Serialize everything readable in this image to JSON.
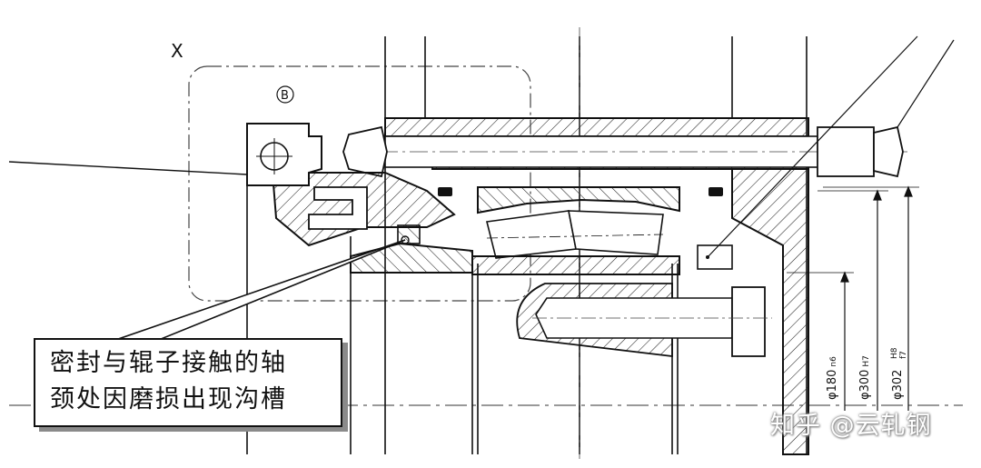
{
  "view_label": "X",
  "detail_marker": "B",
  "annotation": {
    "line1": "密封与辊子接触的轴",
    "line2": "颈处因磨损出现沟槽"
  },
  "dimensions": [
    {
      "symbol": "φ",
      "value": "180",
      "fit": "n6"
    },
    {
      "symbol": "φ",
      "value": "300",
      "fit": "H7"
    },
    {
      "symbol": "φ",
      "value": "302",
      "fit_top": "H8",
      "fit_bottom": "f7"
    }
  ],
  "watermark": "知乎 @云轧钢"
}
